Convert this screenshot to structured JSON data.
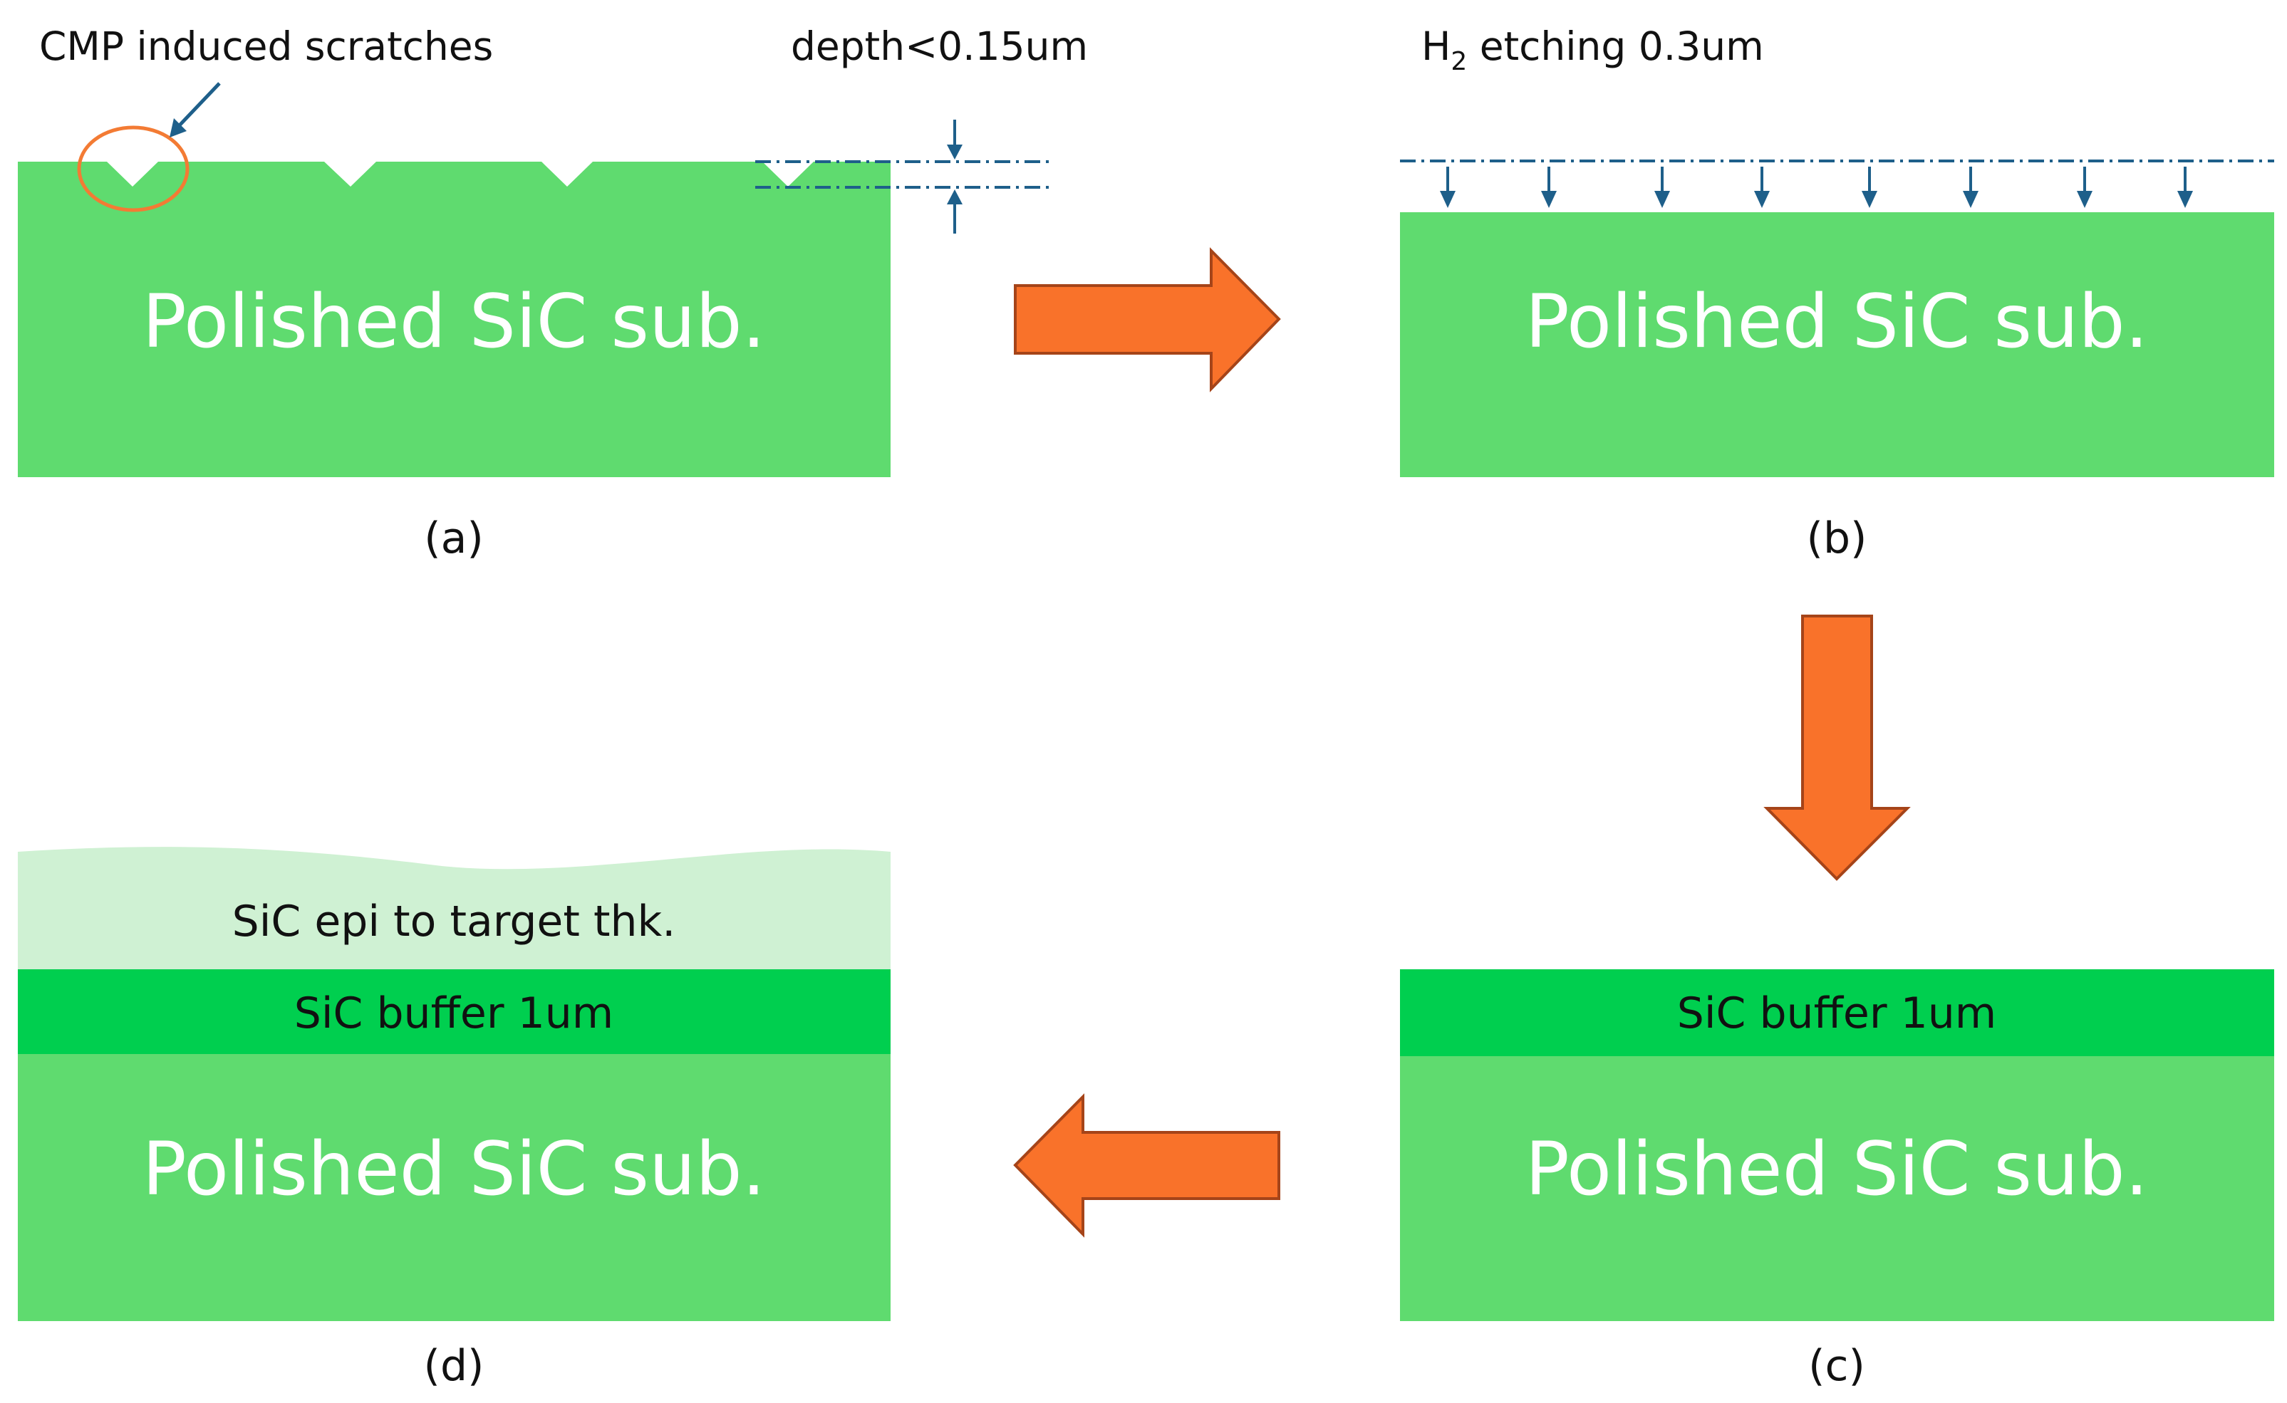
{
  "panels": {
    "a": {
      "caption": "(a)",
      "substrate_label": "Polished SiC sub.",
      "scratch_annotation": "CMP induced scratches",
      "depth_annotation": "depth<0.15um"
    },
    "b": {
      "caption": "(b)",
      "substrate_label": "Polished SiC sub.",
      "etch_annotation_prefix": "H",
      "etch_annotation_subscript": "2",
      "etch_annotation_suffix": " etching 0.3um"
    },
    "c": {
      "caption": "(c)",
      "substrate_label": "Polished SiC sub.",
      "buffer_label": "SiC buffer 1um"
    },
    "d": {
      "caption": "(d)",
      "substrate_label": "Polished SiC sub.",
      "buffer_label": "SiC buffer 1um",
      "epi_label": "SiC epi to target thk."
    }
  },
  "colors": {
    "substrate": "#5fdb6f",
    "buffer": "#00cf4f",
    "epi": "#cff1d3",
    "process_arrow": "#f9722a",
    "process_arrow_outline": "#a54419",
    "annotation_blue": "#1e5f8a",
    "highlight_circle": "#f37b34"
  },
  "icons": {
    "flow_arrows": "block-arrow",
    "etch_arrows": "down-arrow",
    "scratch_marker": "circle-highlight"
  }
}
